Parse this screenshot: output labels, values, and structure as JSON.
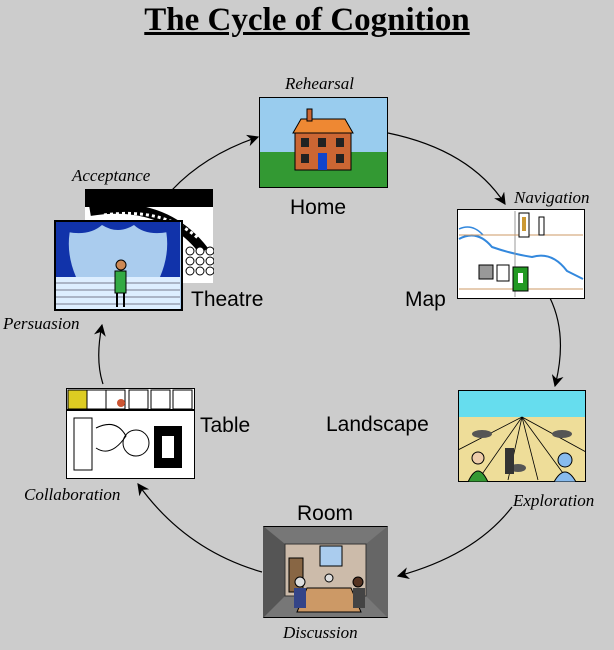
{
  "title": "The Cycle of Cognition",
  "nodes": {
    "home": {
      "place": "Home",
      "activity": "Rehearsal"
    },
    "map": {
      "place": "Map",
      "activity": "Navigation"
    },
    "landscape": {
      "place": "Landscape",
      "activity": "Exploration"
    },
    "room": {
      "place": "Room",
      "activity": "Discussion"
    },
    "table": {
      "place": "Table",
      "activity": "Collaboration"
    },
    "theatre": {
      "place": "Theatre",
      "activity": "Persuasion"
    }
  },
  "extra_activity": "Acceptance",
  "colors": {
    "background": "#cccccc",
    "sky": "#99ccee",
    "grass": "#339933",
    "house": "#cc6633",
    "roof": "#ee8833",
    "curtain": "#1133aa"
  }
}
